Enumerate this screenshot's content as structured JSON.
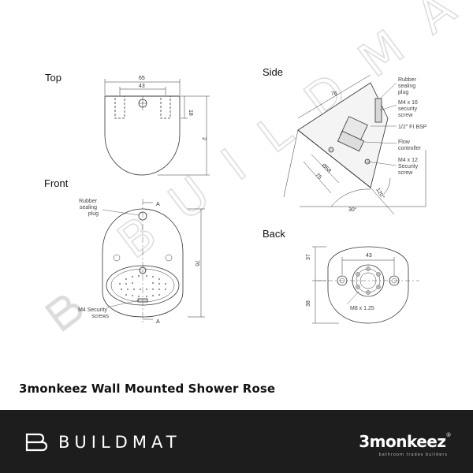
{
  "views": {
    "top": {
      "label": "Top",
      "dims": {
        "overall_width": "65",
        "hole_spacing": "43",
        "slot_depth": "18",
        "offset": "2"
      }
    },
    "side": {
      "label": "Side",
      "dims": {
        "length": "76",
        "diameter": "Ø58",
        "depth": "75",
        "angle_outlet": "30°",
        "angle_body": "120°"
      },
      "callouts": [
        [
          "Rubber",
          "sealing",
          "plug"
        ],
        [
          "M4 x 16",
          "security",
          "screw"
        ],
        [
          "1/2\" FI BSP"
        ],
        [
          "Flow",
          "controller"
        ],
        [
          "M4 x 12",
          "Security",
          "screw"
        ]
      ]
    },
    "front": {
      "label": "Front",
      "section_marker": "A",
      "height": "76",
      "callout_top": [
        "Rubber",
        "sealing",
        "plug"
      ],
      "callout_bottom": [
        "M4 Security",
        "screws"
      ]
    },
    "back": {
      "label": "Back",
      "dims": {
        "hole_spacing": "43",
        "upper": "37",
        "lower": "38"
      },
      "thread": "M8 x 1.25"
    }
  },
  "product_title": "3monkeez Wall Mounted Shower Rose",
  "watermark": "BUILDMAT",
  "footer": {
    "left_brand": "BUILDMAT",
    "right_brand": "3monkeez",
    "right_brand_mark": "®",
    "right_tagline": "bathroom   trades   builders"
  },
  "colors": {
    "footer_bg": "#1d1d1d",
    "line": "#333333",
    "watermark": "#d9d9d9"
  }
}
